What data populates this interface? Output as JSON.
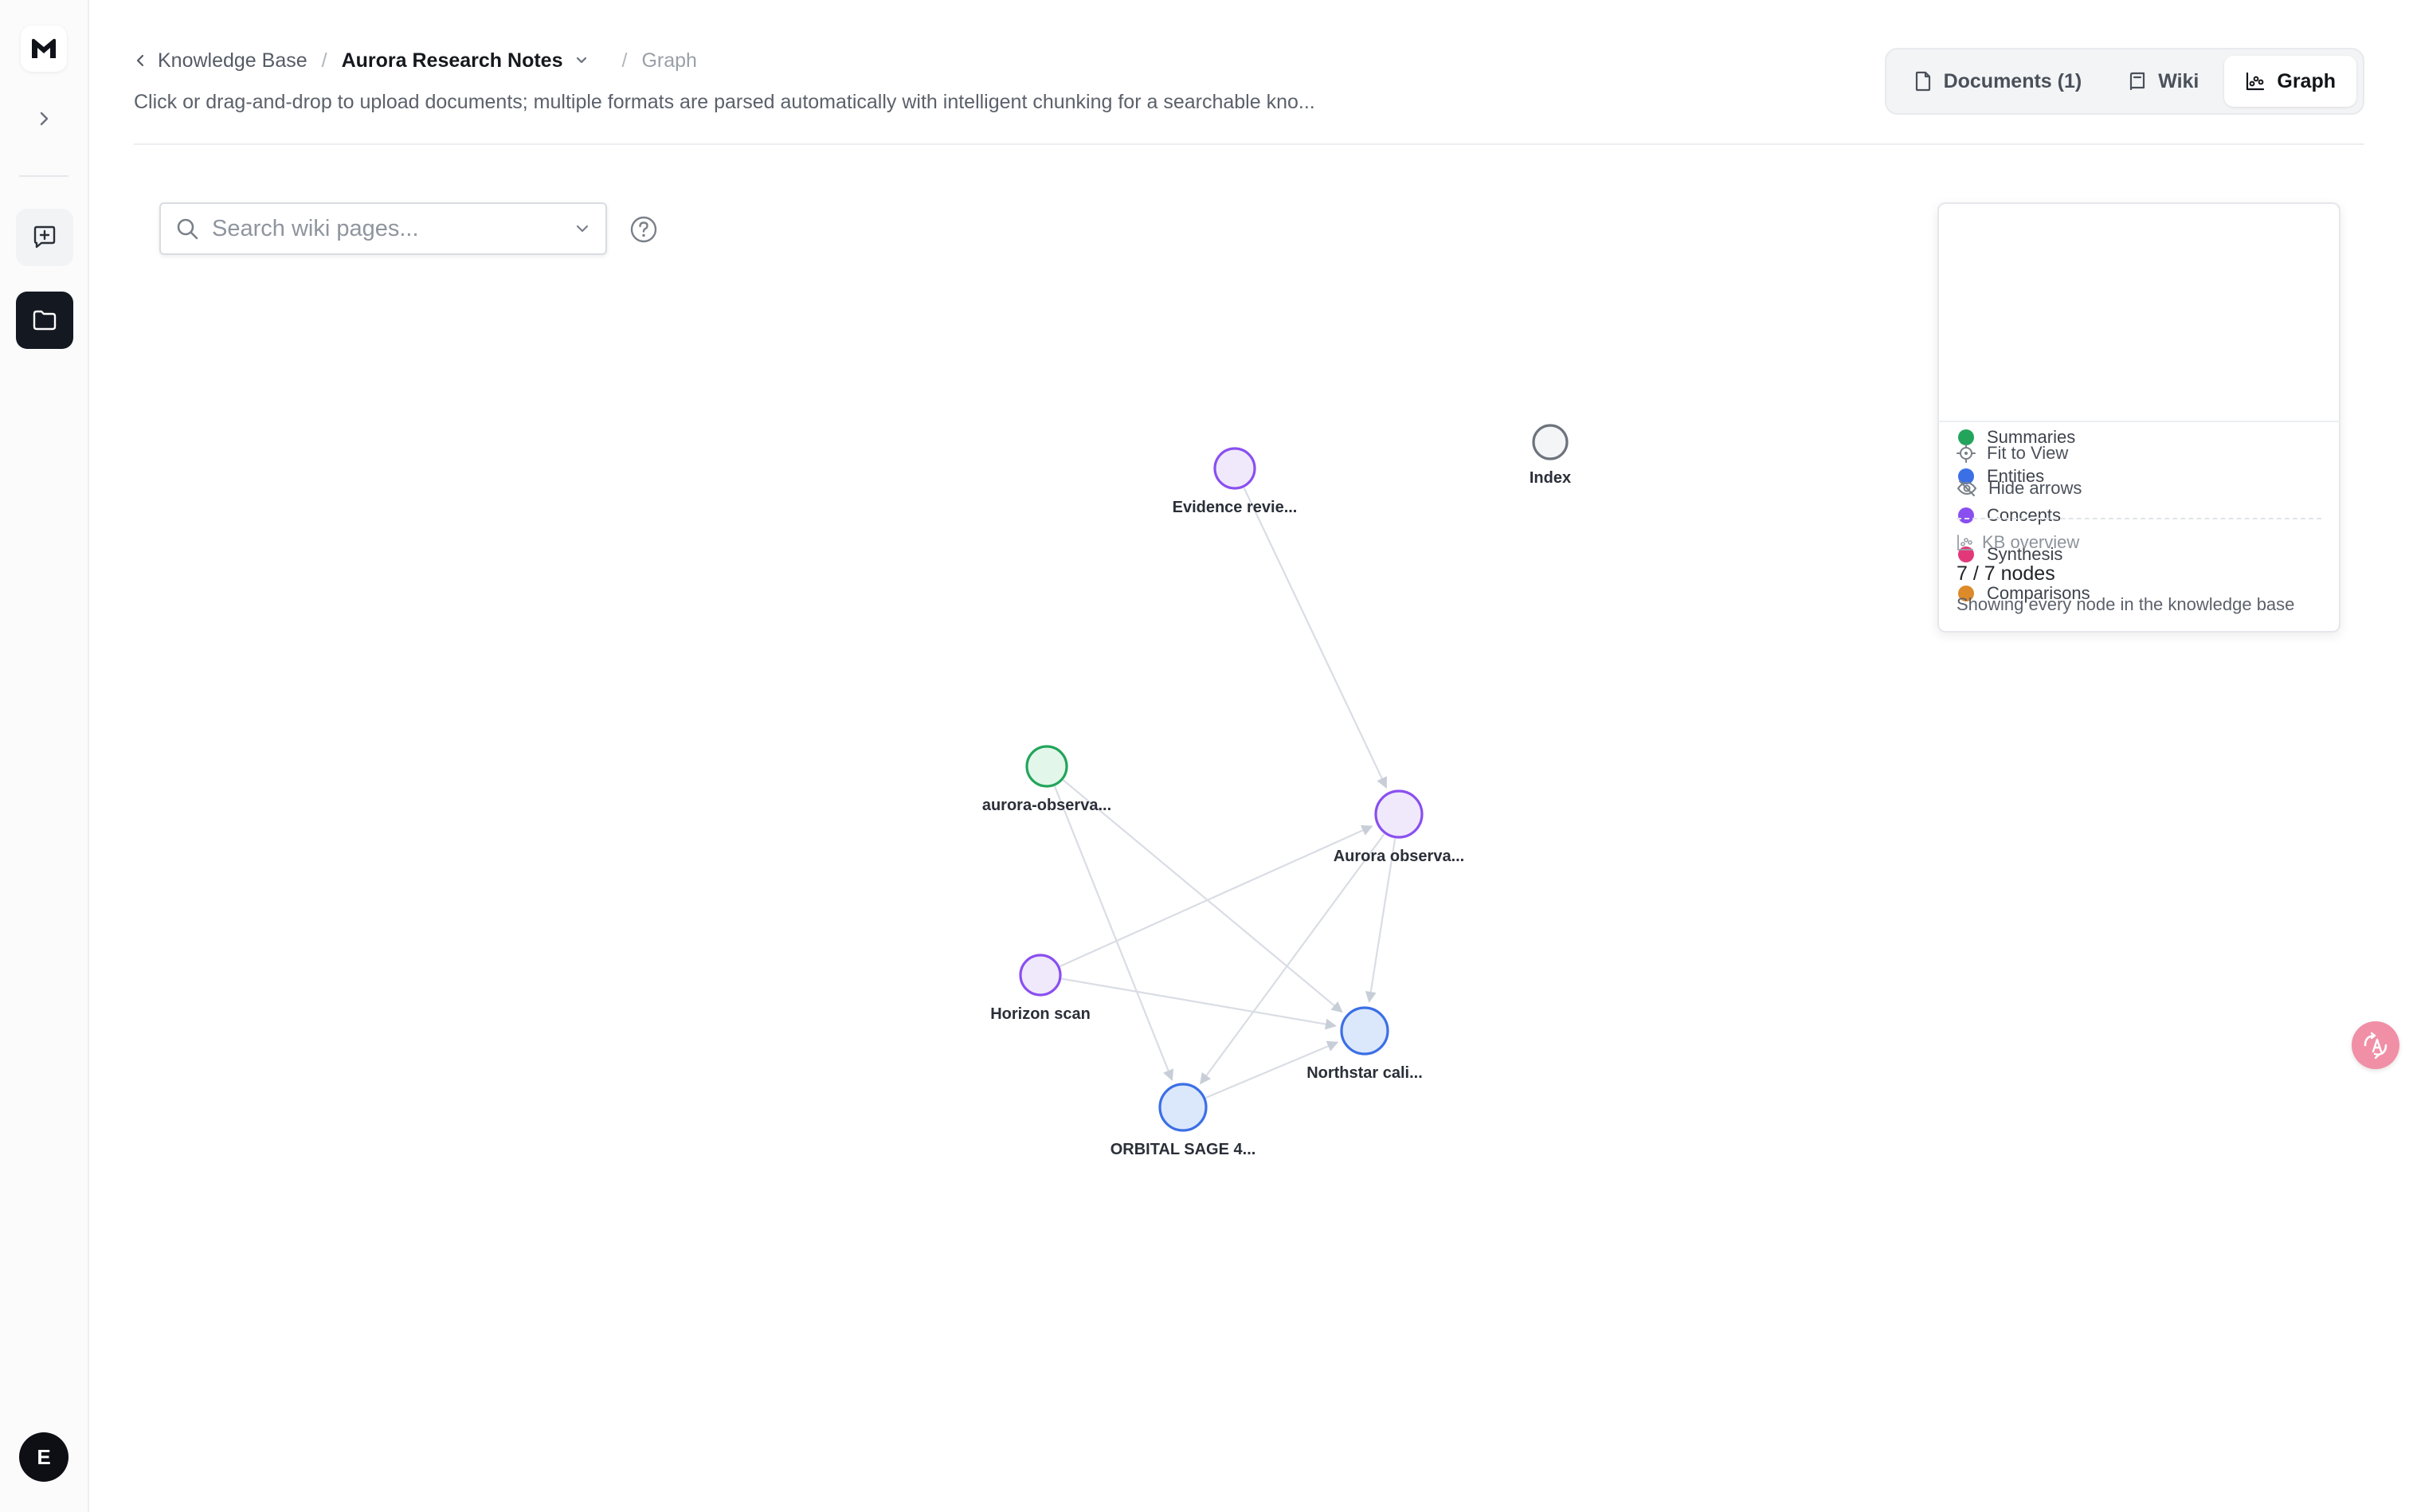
{
  "app": {
    "logo": "m-logo-icon",
    "avatar_initial": "E"
  },
  "breadcrumb": {
    "back_label": "Knowledge Base",
    "current": "Aurora Research Notes",
    "leaf": "Graph"
  },
  "header": {
    "description": "Click or drag-and-drop to upload documents; multiple formats are parsed automatically with intelligent chunking for a searchable kno..."
  },
  "view_tabs": [
    {
      "label": "Documents (1)",
      "icon": "document-icon",
      "active": false
    },
    {
      "label": "Wiki",
      "icon": "book-icon",
      "active": false
    },
    {
      "label": "Graph",
      "icon": "chart-icon",
      "active": true
    }
  ],
  "search": {
    "placeholder": "Search wiki pages...",
    "value": ""
  },
  "legend": {
    "categories": [
      {
        "label": "Summaries",
        "color": "#22a55a"
      },
      {
        "label": "Entities",
        "color": "#3b6fe6"
      },
      {
        "label": "Concepts",
        "color": "#8a4ff0"
      },
      {
        "label": "Synthesis",
        "color": "#e2387a"
      },
      {
        "label": "Comparisons",
        "color": "#dd8a2a"
      }
    ],
    "fit_label": "Fit to View",
    "arrows_label": "Hide arrows",
    "overview_label": "KB overview",
    "count_label": "7 / 7 nodes",
    "note": "Showing every node in the knowledge base"
  },
  "graph": {
    "nodes": [
      {
        "id": "evidence",
        "label": "Evidence revie...",
        "category": "Concepts"
      },
      {
        "id": "index",
        "label": "Index",
        "category": "none"
      },
      {
        "id": "aurora_obs_summary",
        "label": "aurora-observa...",
        "category": "Summaries"
      },
      {
        "id": "aurora_obs",
        "label": "Aurora observa...",
        "category": "Concepts"
      },
      {
        "id": "horizon",
        "label": "Horizon scan",
        "category": "Concepts"
      },
      {
        "id": "northstar",
        "label": "Northstar cali...",
        "category": "Entities"
      },
      {
        "id": "orbital",
        "label": "ORBITAL SAGE 4...",
        "category": "Entities"
      }
    ],
    "edges": [
      {
        "from": "evidence",
        "to": "aurora_obs"
      },
      {
        "from": "aurora_obs_summary",
        "to": "northstar"
      },
      {
        "from": "aurora_obs_summary",
        "to": "orbital"
      },
      {
        "from": "horizon",
        "to": "aurora_obs"
      },
      {
        "from": "horizon",
        "to": "northstar"
      },
      {
        "from": "aurora_obs",
        "to": "northstar"
      },
      {
        "from": "aurora_obs",
        "to": "orbital"
      },
      {
        "from": "orbital",
        "to": "northstar"
      }
    ]
  }
}
